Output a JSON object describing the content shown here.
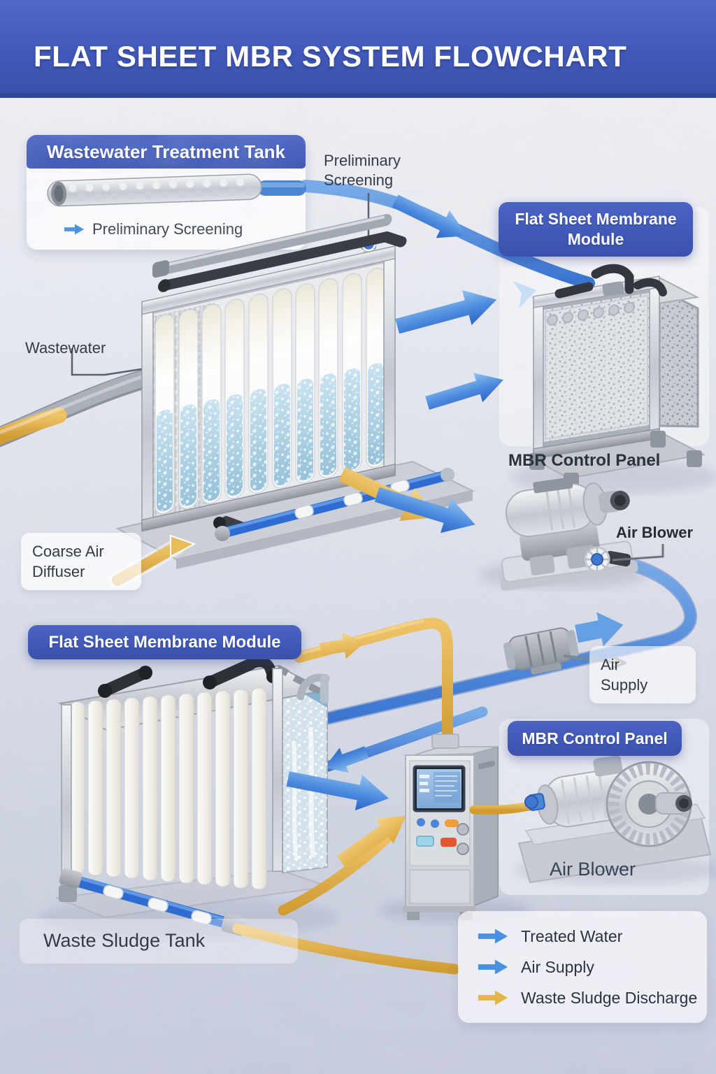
{
  "header": {
    "title": "FLAT SHEET MBR SYSTEM FLOWCHART"
  },
  "wastewater_card": {
    "title": "Wastewater Treatment Tank",
    "caption": "Preliminary Screening"
  },
  "labels": {
    "preliminary_screening": {
      "line1": "Preliminary",
      "line2": "Screening"
    },
    "wastewater": "Wastewater",
    "mbr_control_panel_top": "MBR Control Panel",
    "air_blower_top": "Air Blower",
    "coarse_air_diffuser": {
      "line1": "Coarse Air",
      "line2": "Diffuser"
    },
    "air_supply": {
      "line1": "Air",
      "line2": "Supply"
    },
    "air_blower_bottom": "Air Blower",
    "waste_sludge_tank": "Waste Sludge Tank"
  },
  "badges": {
    "membrane_module_top": {
      "line1": "Flat Sheet Membrane",
      "line2": "Module"
    },
    "membrane_module_bottom": "Flat Sheet Membrane Module",
    "mbr_control_panel_bottom": "MBR Control Panel"
  },
  "legend": {
    "items": [
      {
        "label": "Treated Water",
        "color": "#4a90e2"
      },
      {
        "label": "Air Supply",
        "color": "#4a90e2"
      },
      {
        "label": "Waste Sludge Discharge",
        "color": "#e5b54a"
      }
    ]
  },
  "colors": {
    "header_blue": "#3d55b5",
    "badge_blue": "#3d55b5",
    "flow_blue": "#4a90e2",
    "flow_yellow": "#e5b54a",
    "label_dark": "#343a44",
    "background_top": "#f0f0f4",
    "background_bottom": "#c5cadb"
  }
}
